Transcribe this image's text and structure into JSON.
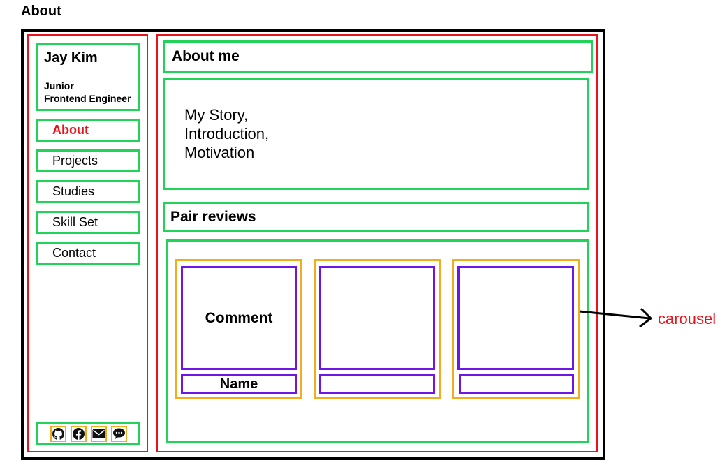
{
  "page": {
    "title": "About"
  },
  "sidebar": {
    "name": "Jay Kim",
    "role": "Junior\nFrontend Engineer",
    "nav": [
      {
        "label": "About",
        "active": true
      },
      {
        "label": "Projects",
        "active": false
      },
      {
        "label": "Studies",
        "active": false
      },
      {
        "label": "Skill Set",
        "active": false
      },
      {
        "label": "Contact",
        "active": false
      }
    ],
    "social_icons": [
      "github-icon",
      "facebook-icon",
      "mail-icon",
      "chat-icon"
    ]
  },
  "main": {
    "about_heading": "About me",
    "story_text": "My Story,\nIntroduction,\nMotivation",
    "reviews_heading": "Pair reviews",
    "review_cards": [
      {
        "comment": "Comment",
        "name": "Name"
      },
      {
        "comment": "",
        "name": ""
      },
      {
        "comment": "",
        "name": ""
      }
    ]
  },
  "annotation": {
    "label": "carousel"
  },
  "colors": {
    "frame": "#000000",
    "region": "#e8141b",
    "block": "#22d35a",
    "card": "#f2ad1c",
    "card_inner": "#6e16e6",
    "active_nav": "#e8141b"
  }
}
